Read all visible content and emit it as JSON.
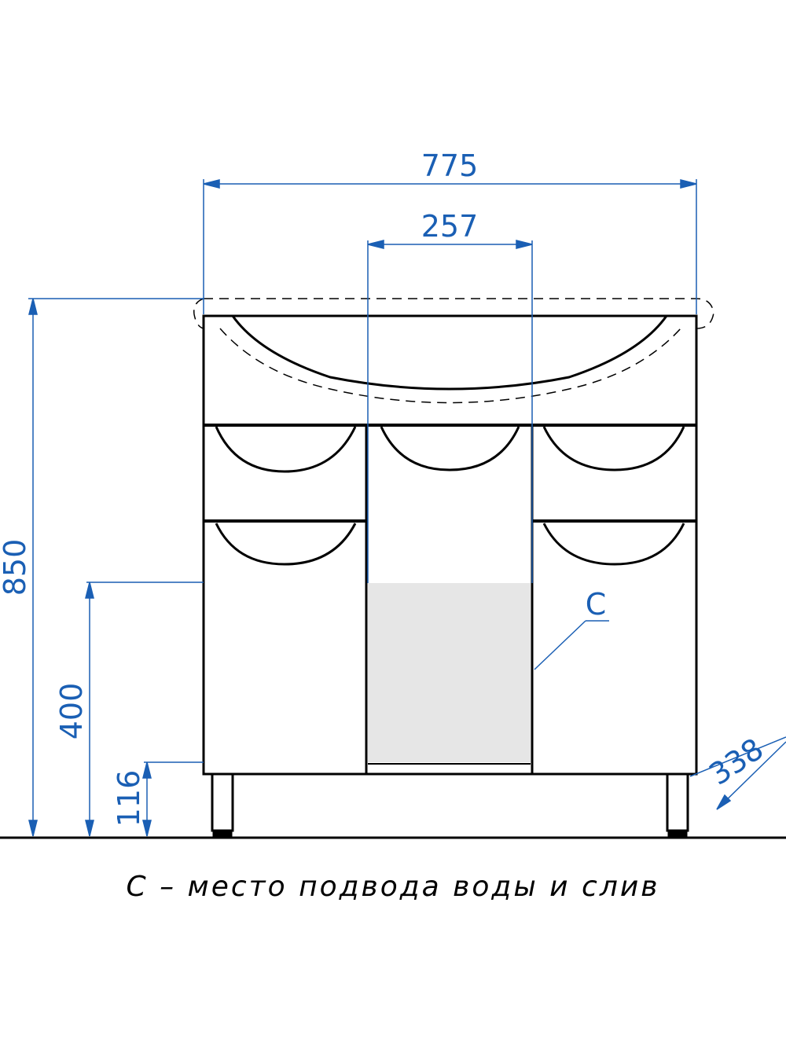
{
  "colors": {
    "dimension": "#1a5fb4",
    "outline": "#000000",
    "shelf": "#e6e6e6"
  },
  "dimensions": {
    "total_width": "775",
    "center_opening": "257",
    "total_height": "850",
    "lower_height": "400",
    "leg_height": "116",
    "depth": "338"
  },
  "labels": {
    "connection_point": "C"
  },
  "caption": "С – место подвода воды и слив"
}
